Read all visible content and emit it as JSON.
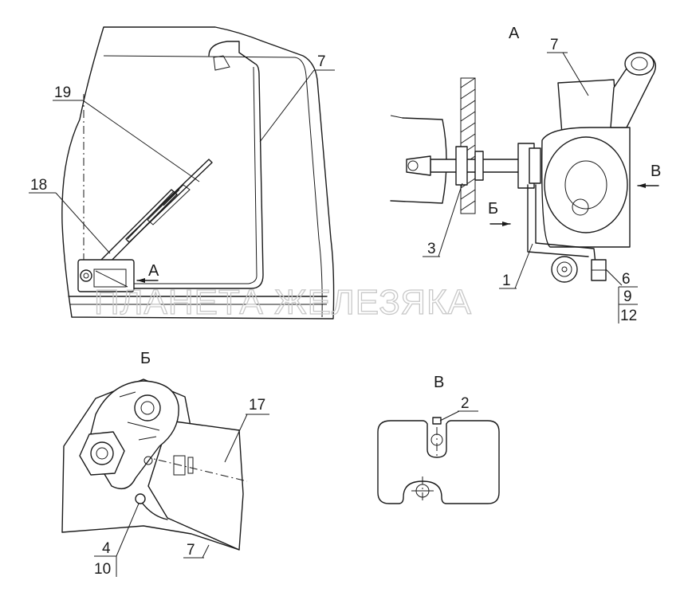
{
  "watermark": "ПЛАНЕТА ЖЕЛЕЗЯКА",
  "views": {
    "a": "А",
    "b": "Б",
    "v": "В"
  },
  "direction_marks": {
    "a_arrow": "А",
    "b_arrow": "Б",
    "v_arrow": "В"
  },
  "callouts": {
    "main_19": "19",
    "main_18": "18",
    "main_7": "7",
    "a_7": "7",
    "a_3": "3",
    "a_1": "1",
    "a_6": "6",
    "a_9": "9",
    "a_12": "12",
    "b_17": "17",
    "b_4": "4",
    "b_10": "10",
    "b_7": "7",
    "v_2": "2"
  }
}
